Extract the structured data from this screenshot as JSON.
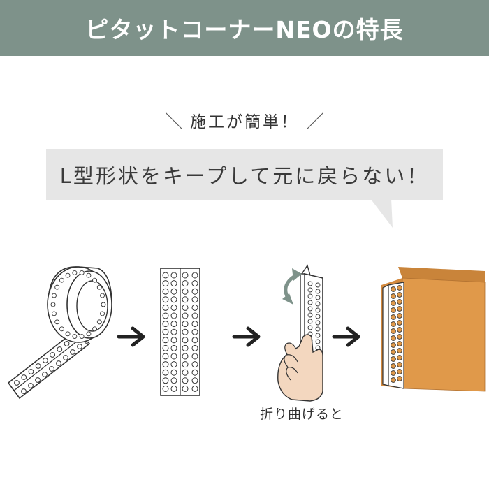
{
  "header": {
    "title": "ピタットコーナーNEOの特長",
    "background": "#7e928a"
  },
  "catch": {
    "left_slash": "＼",
    "text": "施工が簡単！",
    "right_slash": "／"
  },
  "bubble": {
    "text": "L型形状をキープして元に戻らない！",
    "background": "#e6e6e6"
  },
  "steps": {
    "items": [
      {
        "name": "tape-roll"
      },
      {
        "name": "flat-strip"
      },
      {
        "name": "bend-in-hand"
      },
      {
        "name": "applied-to-corner"
      }
    ],
    "arrow_icon": "right-arrow-icon",
    "fold_icon": "curved-double-arrow-icon",
    "caption": "折り曲げると"
  },
  "colors": {
    "box": "#e0994a",
    "box_top": "#c9843a",
    "arrow": "#222222",
    "fold_arrow": "#7e928a",
    "hand": "#f3d7bf"
  }
}
